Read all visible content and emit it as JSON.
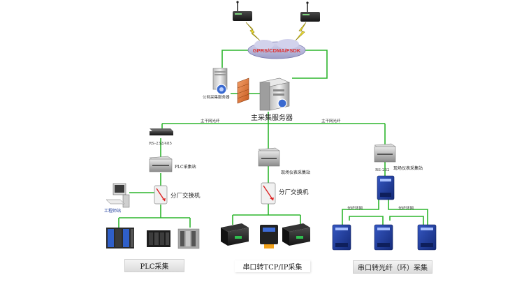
{
  "wireless": {
    "network_label": "GPRS/CDMA/FSDK"
  },
  "servers": {
    "public_server_label": "公网采集服务器",
    "main_server_label": "主采集服务器"
  },
  "backbone": {
    "link_left_label": "主干网光纤",
    "link_right_label": "主干网光纤"
  },
  "left_branch": {
    "converter_label": "RS-232/485",
    "station_label": "PLC采集站",
    "switch_label": "分厂交换机",
    "workstation_label": "工程师站",
    "footer_label": "PLC采集"
  },
  "middle_branch": {
    "station_label": "现场仪表采集站",
    "switch_label": "分厂交换机",
    "footer_label": "串口转TCP/IP采集"
  },
  "right_branch": {
    "rs232_label": "RS-232",
    "station_label": "现场仪表采集站",
    "ring_left_label": "光纤环网",
    "ring_right_label": "光纤环网",
    "footer_label": "串口转光纤（环）采集"
  },
  "colors": {
    "link_green": "#2db52d",
    "ring_blue": "#2e6ad8",
    "device_blue": "#1f3f9e"
  }
}
